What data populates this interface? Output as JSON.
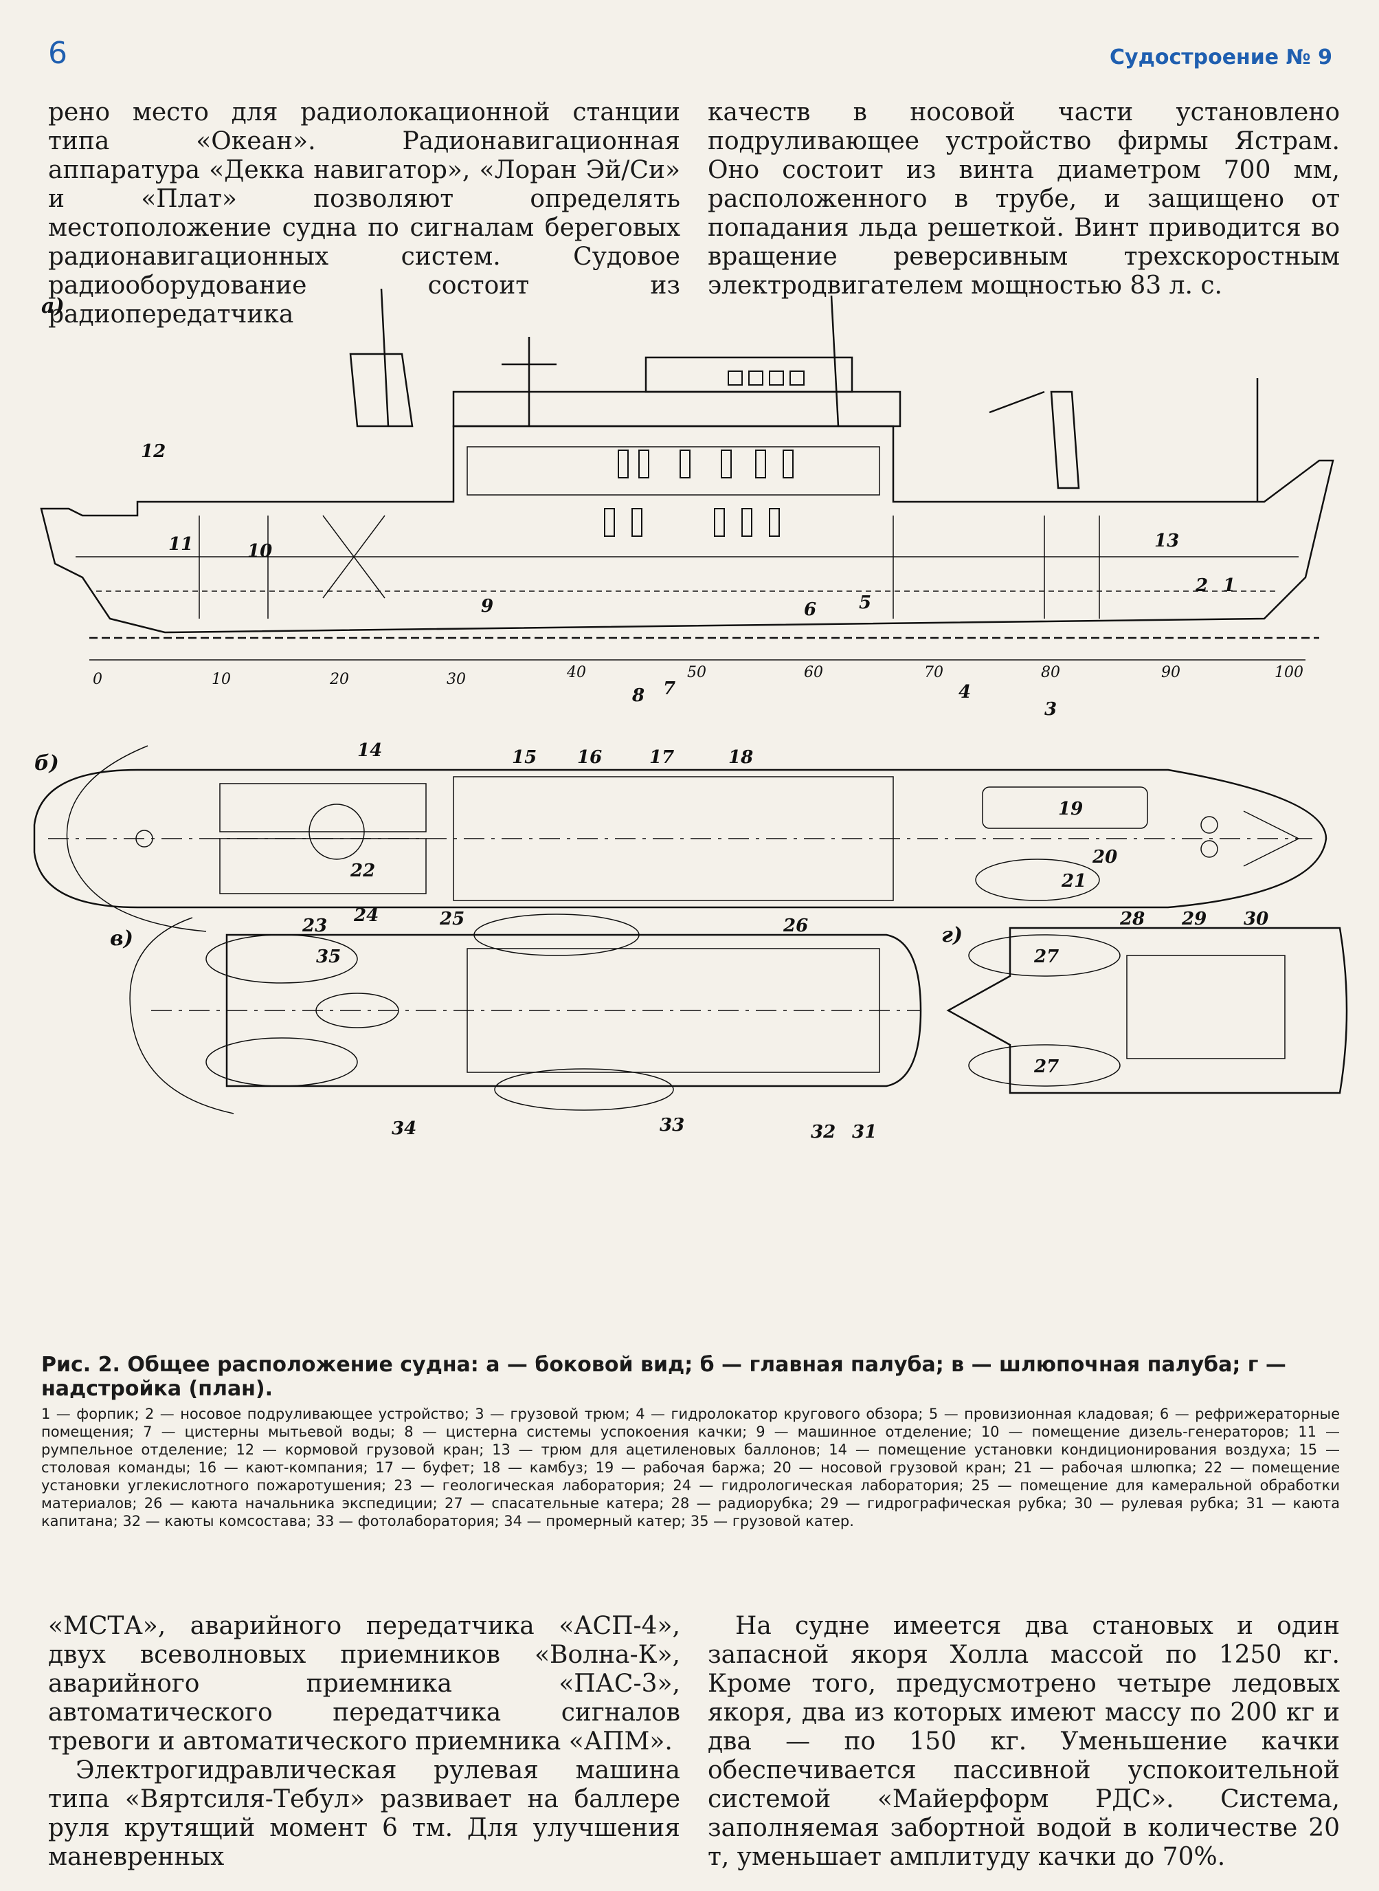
{
  "header": {
    "page_number": "6",
    "journal": "Судостроение № 9"
  },
  "text_top_left": [
    "рено место для радиолокационной станции типа «Океан». Радионавигационная аппаратура «Декка навигатор», «Лоран Эй/Си» и «Плат» позволяют определять местоположение судна по сигналам береговых радионавигационных систем. Судовое радиооборудование состоит из радиопередатчика"
  ],
  "text_top_right": [
    "качеств в носовой части установлено подруливающее устройство фирмы Ястрам. Оно состоит из винта диаметром 700 мм, расположенного в трубе, и защищено от попадания льда решеткой. Винт приводится во вращение реверсивным трехскоростным электродвигателем мощностью 83 л. с."
  ],
  "figure": {
    "section_labels": [
      "а)",
      "б)",
      "в)",
      "г)"
    ],
    "frame_ticks": [
      "0",
      "10",
      "20",
      "30",
      "40",
      "50",
      "60",
      "70",
      "80",
      "90",
      "100"
    ],
    "side_callouts": [
      "12",
      "11",
      "10",
      "9",
      "8",
      "7",
      "6",
      "5",
      "4",
      "3",
      "2",
      "1",
      "13"
    ],
    "deck_callouts": [
      "14",
      "15",
      "16",
      "17",
      "18",
      "19",
      "20",
      "21",
      "22",
      "23"
    ],
    "boat_callouts": [
      "24",
      "25",
      "26",
      "35",
      "34",
      "33",
      "32",
      "31"
    ],
    "super_callouts": [
      "28",
      "29",
      "30",
      "27",
      "27"
    ]
  },
  "caption": {
    "title": "Рис. 2. Общее расположение судна: а — боковой вид; б — главная палуба; в — шлюпочная палуба; г — надстройка (план).",
    "legend": "1 — форпик; 2 — носовое подруливающее устройство; 3 — грузовой трюм; 4 — гидролокатор кругового обзора; 5 — провизионная кладовая; 6 — рефрижераторные помещения; 7 — цистерны мытьевой воды; 8 — цистерна системы успокоения качки; 9 — машинное отделение; 10 — помещение дизель-генераторов; 11 — румпельное отделение; 12 — кормовой грузовой кран; 13 — трюм для ацетиленовых баллонов; 14 — помещение установки кондиционирования воздуха; 15 — столовая команды; 16 — кают-компания; 17 — буфет; 18 — камбуз; 19 — рабочая баржа; 20 — носовой грузовой кран; 21 — рабочая шлюпка; 22 — помещение установки углекислотного пожаротушения; 23 — геологическая лаборатория; 24 — гидрологическая лаборатория; 25 — помещение для камеральной обработки материалов; 26 — каюта начальника экспедиции; 27 — спасательные катера; 28 — радиорубка; 29 — гидрографическая рубка; 30 — рулевая рубка; 31 — каюта капитана; 32 — каюты комсостава; 33 — фотолаборатория; 34 — промерный катер; 35 — грузовой катер."
  },
  "text_bottom_left": [
    "«МСТА», аварийного передатчика «АСП-4», двух всеволновых приемников «Волна-К», аварийного приемника «ПАС-3», автоматического передатчика сигналов тревоги и автоматического приемника «АПМ».",
    "Электрогидравлическая рулевая машина типа «Вяртсиля-Тебул» развивает на баллере руля крутящий момент 6 тм. Для улучшения маневренных"
  ],
  "text_bottom_right": [
    "На судне имеется два становых и один запасной якоря Холла массой по 1250 кг. Кроме того, предусмотрено четыре ледовых якоря, два из которых имеют массу по 200 кг и два — по 150 кг. Уменьшение качки обеспечивается пассивной успокоительной системой «Майерформ РДС». Система, заполняемая забортной водой в количестве 20 т, уменьшает амплитуду качки до 70%."
  ]
}
